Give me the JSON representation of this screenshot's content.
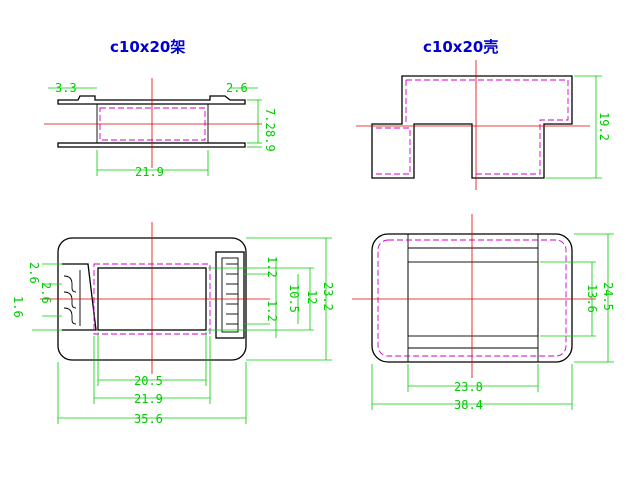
{
  "titles": {
    "bobbin": "c10x20架",
    "shell": "c10x20壳"
  },
  "bobbin_side": {
    "left_ledge": "3.3",
    "right_ledge": "2.6",
    "flange_gap": "7.2",
    "overall_height": "8.9",
    "winding_width": "21.9"
  },
  "bobbin_top": {
    "pin_spacing": "2.6",
    "pin_offset": "1.6",
    "pin_gap_1": "1.2",
    "pin_gap_2": "1.2",
    "core_width": "10.5",
    "inner_height": "12",
    "overall_height": "23.2",
    "window_width": "20.5",
    "winding_width": "21.9",
    "overall_width": "35.6"
  },
  "shell_side": {
    "height": "19.2"
  },
  "shell_top": {
    "inner_height": "13.6",
    "overall_height": "24.5",
    "inner_width": "23.8",
    "overall_width": "38.4"
  },
  "colors": {
    "outline": "#000000",
    "hidden_line": "#cc00cc",
    "center_line": "#dd0000",
    "dimension": "#00cc00",
    "title": "#0000cc"
  }
}
